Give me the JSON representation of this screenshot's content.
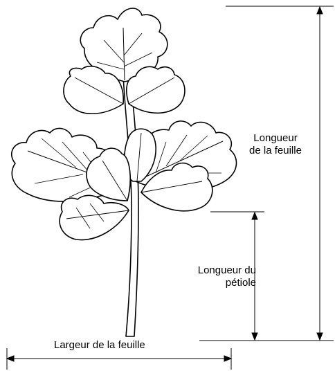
{
  "labels": {
    "leaf_length_line1": "Longueur",
    "leaf_length_line2": "de la feuille",
    "petiole_length_line1": "Longueur du",
    "petiole_length_line2": "pétiole",
    "leaf_width": "Largeur de la feuille"
  },
  "colors": {
    "ink": "#000000",
    "background": "#ffffff"
  }
}
